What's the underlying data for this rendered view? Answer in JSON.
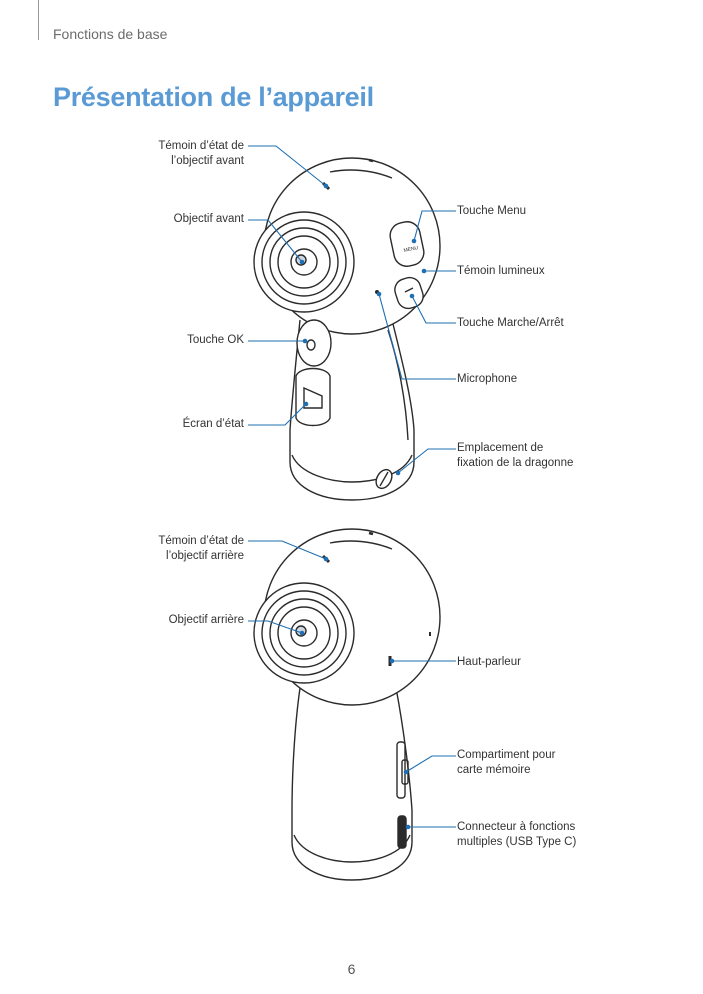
{
  "header": {
    "section": "Fonctions de base",
    "title": "Présentation de l’appareil"
  },
  "front_view": {
    "labels": {
      "front_status_led_1": "Témoin d’état de",
      "front_status_led_2": "l’objectif avant",
      "front_lens": "Objectif avant",
      "ok_key": "Touche OK",
      "status_screen": "Écran d’état",
      "menu_key": "Touche Menu",
      "indicator_light": "Témoin lumineux",
      "power_key": "Touche Marche/Arrêt",
      "microphone": "Microphone",
      "strap_hole_1": "Emplacement de",
      "strap_hole_2": "fixation de la dragonne"
    },
    "device_text": {
      "menu": "MENU"
    }
  },
  "back_view": {
    "labels": {
      "rear_status_led_1": "Témoin d’état de",
      "rear_status_led_2": "l’objectif arrière",
      "rear_lens": "Objectif arrière",
      "speaker": "Haut-parleur",
      "memory_card_1": "Compartiment pour",
      "memory_card_2": "carte mémoire",
      "usb_port_1": "Connecteur à fonctions",
      "usb_port_2": "multiples (USB Type C)"
    }
  },
  "footer": {
    "page_number": "6"
  },
  "colors": {
    "title": "#5b9bd5",
    "callout": "#1f6fb2",
    "device_outline": "#2b2b2b"
  }
}
